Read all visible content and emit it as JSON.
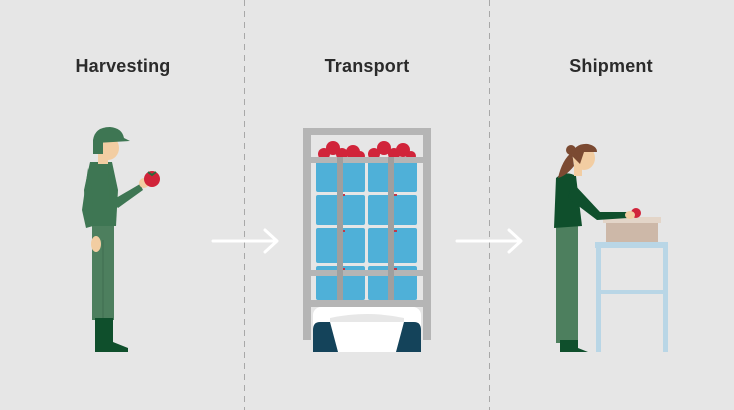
{
  "stages": [
    {
      "label": "Harvesting"
    },
    {
      "label": "Transport"
    },
    {
      "label": "Shipment"
    }
  ]
}
